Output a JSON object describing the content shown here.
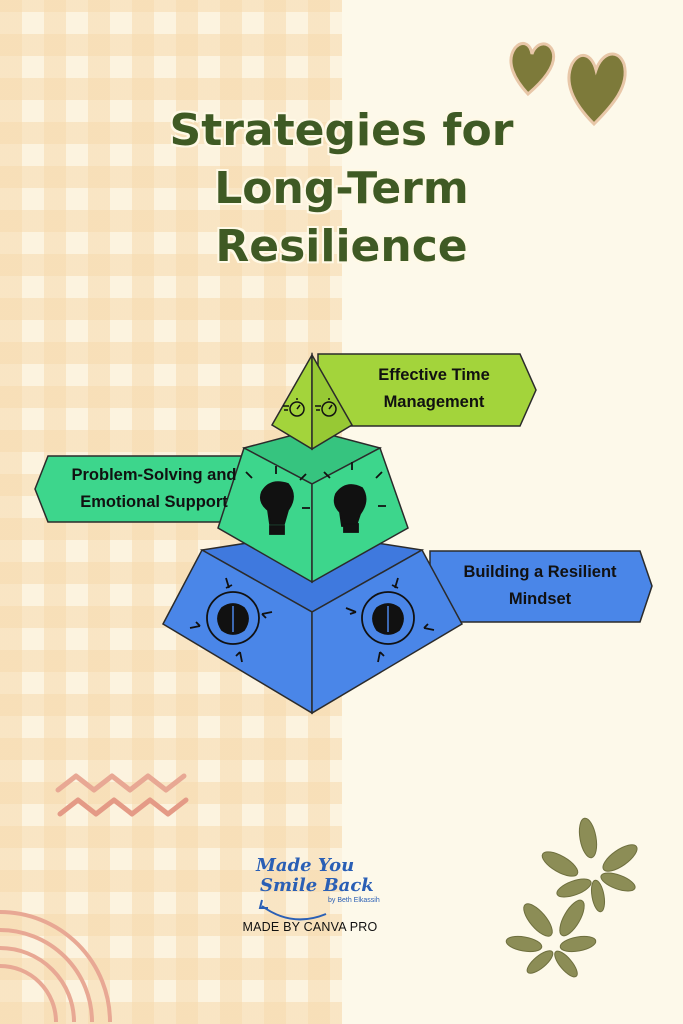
{
  "title": {
    "line1": "Strategies for",
    "line2": "Long-Term",
    "line3": "Resilience"
  },
  "levels": [
    {
      "line1": "Effective Time",
      "line2": "Management",
      "color": "#a3d43b",
      "icon": "stopwatch-icon"
    },
    {
      "line1": "Problem-Solving and",
      "line2": "Emotional Support",
      "color": "#3dd68c",
      "icon": "lightbulb-puzzle-icon"
    },
    {
      "line1": "Building a Resilient",
      "line2": "Mindset",
      "color": "#4a86e8",
      "icon": "brain-arrows-icon"
    }
  ],
  "logo": {
    "line1": "Made You",
    "line2": "Smile Back",
    "byline": "by Beth Elkassih"
  },
  "credit": "MADE BY CANVA PRO",
  "colors": {
    "title": "#3f5a24",
    "outline": "#2b2b2b",
    "heart": "#7d7a3a",
    "leaf": "#8c8d56",
    "zigzag": "#e8a894"
  }
}
